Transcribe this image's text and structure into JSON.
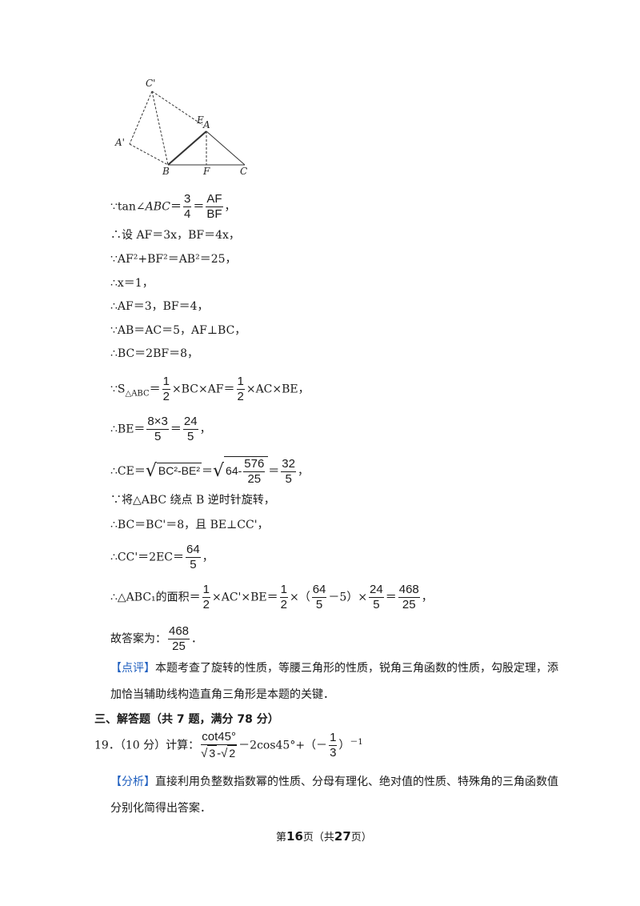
{
  "figure": {
    "labels": {
      "C1": "C'",
      "A1": "A'",
      "E": "E",
      "A": "A",
      "B": "B",
      "F": "F",
      "C": "C"
    }
  },
  "lines": {
    "l1_prefix": "∵tan∠",
    "l1_var": "ABC",
    "l1_eq": "＝",
    "l1_frac1_n": "3",
    "l1_frac1_d": "4",
    "l1_eq2": "＝",
    "l1_frac2_n": "AF",
    "l1_frac2_d": "BF",
    "l1_end": "，",
    "l2": "∴设 AF＝3x，BF＝4x，",
    "l3": "∵AF²+BF²＝AB²＝25，",
    "l4": "∴x＝1，",
    "l5": "∴AF＝3，BF＝4，",
    "l6": "∵AB＝AC＝5，AF⊥BC，",
    "l7": "∴BC＝2BF＝8，",
    "l8_a": "∵S",
    "l8_sub": "△ABC",
    "l8_b": "＝",
    "l8_f1_n": "1",
    "l8_f1_d": "2",
    "l8_c": "×BC×AF＝",
    "l8_f2_n": "1",
    "l8_f2_d": "2",
    "l8_d": "×AC×BE，",
    "l9_a": "∴BE＝",
    "l9_f1_n": "8×3",
    "l9_f1_d": "5",
    "l9_b": "＝",
    "l9_f2_n": "24",
    "l9_f2_d": "5",
    "l9_c": "，",
    "l10_a": "∴CE＝",
    "l10_s1": "BC²-BE²",
    "l10_b": "＝",
    "l10_s2_a": "64-",
    "l10_s2_n": "576",
    "l10_s2_d": "25",
    "l10_c": "＝",
    "l10_f_n": "32",
    "l10_f_d": "5",
    "l10_d": "，",
    "l11": "∵将△ABC 绕点 B 逆时针旋转，",
    "l12": "∴BC＝BC'＝8，且 BE⊥CC'，",
    "l13_a": "∴CC'＝2EC＝",
    "l13_f_n": "64",
    "l13_f_d": "5",
    "l13_b": "，",
    "l14_a": "∴△ABC₁的面积＝",
    "l14_f1_n": "1",
    "l14_f1_d": "2",
    "l14_b": "×AC'×BE＝",
    "l14_f2_n": "1",
    "l14_f2_d": "2",
    "l14_c": "×（",
    "l14_f3_n": "64",
    "l14_f3_d": "5",
    "l14_d": "－5）×",
    "l14_f4_n": "24",
    "l14_f4_d": "5",
    "l14_e": "＝",
    "l14_f5_n": "468",
    "l14_f5_d": "25",
    "l14_f": "，",
    "ans_a": "故答案为：",
    "ans_f_n": "468",
    "ans_f_d": "25",
    "ans_b": "．"
  },
  "comment": {
    "tag": "【点评】",
    "text1": "本题考查了旋转的性质，等腰三角形的性质，锐角三角函数的性质，勾股定理，添",
    "text2": "加恰当辅助线构造直角三角形是本题的关键．"
  },
  "section": "三、解答题（共 7 题，满分 78 分）",
  "q19": {
    "num": "19．",
    "score": "（10 分）计算：",
    "frac_n": "cot45°",
    "sqrt_a": "3",
    "minus": "-",
    "sqrt_b": "2",
    "rest_a": "－2cos45°+（－",
    "f_n": "1",
    "f_d": "3",
    "rest_b": "）",
    "exp": "－1"
  },
  "analysis": {
    "tag": "【分析】",
    "text1": "直接利用负整数指数幂的性质、分母有理化、绝对值的性质、特殊角的三角函数值",
    "text2": "分别化简得出答案．"
  },
  "footer": {
    "a": "第",
    "page": "16",
    "b": "页（共",
    "total": "27",
    "c": "页）"
  }
}
